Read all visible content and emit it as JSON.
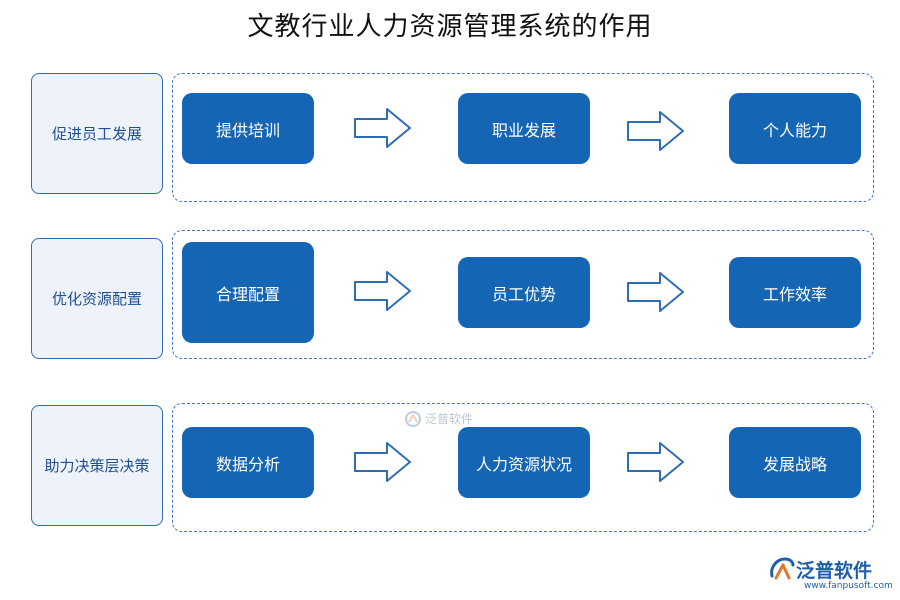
{
  "title": "文教行业人力资源管理系统的作用",
  "rows": [
    {
      "label": "促进员工发展",
      "steps": [
        "提供培训",
        "职业发展",
        "个人能力"
      ]
    },
    {
      "label": "优化资源配置",
      "steps": [
        "合理配置",
        "员工优势",
        "工作效率"
      ]
    },
    {
      "label": "助力决策层决策",
      "steps": [
        "数据分析",
        "人力资源状况",
        "发展战略"
      ]
    }
  ],
  "watermark": {
    "center_text": "泛普软件",
    "brand_name": "泛普软件",
    "brand_url": "www.fanpusoft.com"
  },
  "colors": {
    "box_fill": "#1565b5",
    "label_fill": "#eef3fb",
    "label_text": "#1f4e93",
    "border": "#3d78c0"
  }
}
